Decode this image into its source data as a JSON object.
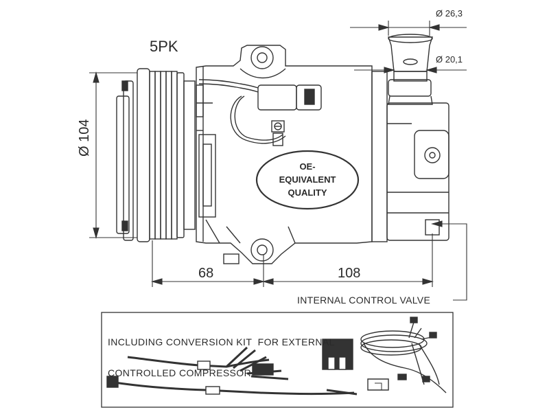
{
  "labels": {
    "belt_profile": "5PK",
    "pulley_diameter": "Ø 104",
    "port_diameter_outer": "Ø 26,3",
    "port_diameter_inner": "Ø 20,1",
    "dimension_left": "68",
    "dimension_right": "108",
    "internal_control_valve": "INTERNAL CONTROL VALVE",
    "oe_line1": "OE-",
    "oe_line2": "EQUIVALENT",
    "oe_line3": "QUALITY",
    "kit_line1": "INCLUDING CONVERSION KIT  FOR EXTERNAL",
    "kit_line2": "CONTROLLED COMPRESSOR"
  }
}
